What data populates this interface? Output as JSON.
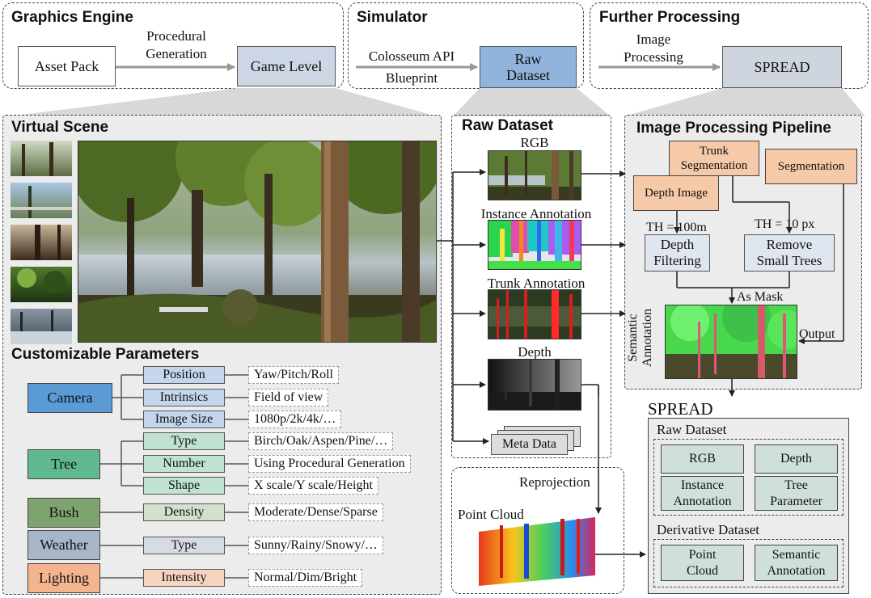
{
  "top": {
    "graphics_engine": {
      "title": "Graphics Engine",
      "asset_pack": "Asset Pack",
      "procedural_generation": "Procedural Generation",
      "game_level": "Game Level"
    },
    "simulator": {
      "title": "Simulator",
      "colosseum_api": "Colosseum API",
      "blueprint": "Blueprint",
      "raw_dataset": "Raw Dataset"
    },
    "further_processing": {
      "title": "Further Processing",
      "image_processing": "Image Processing",
      "spread": "SPREAD"
    }
  },
  "virtual_scene": {
    "title": "Virtual Scene",
    "customizable_parameters": {
      "title": "Customizable Parameters",
      "groups": [
        {
          "name": "Camera",
          "color": "#5b9bd5",
          "params": [
            {
              "label": "Position",
              "value": "Yaw/Pitch/Roll"
            },
            {
              "label": "Intrinsics",
              "value": "Field of view"
            },
            {
              "label": "Image Size",
              "value": "1080p/2k/4k/…"
            }
          ]
        },
        {
          "name": "Tree",
          "color": "#5fb88f",
          "params": [
            {
              "label": "Type",
              "value": "Birch/Oak/Aspen/Pine/…"
            },
            {
              "label": "Number",
              "value": "Using Procedural Generation"
            },
            {
              "label": "Shape",
              "value": "X scale/Y scale/Height"
            }
          ]
        },
        {
          "name": "Bush",
          "color": "#7fa36e",
          "params": [
            {
              "label": "Density",
              "value": "Moderate/Dense/Sparse"
            }
          ]
        },
        {
          "name": "Weather",
          "color": "#a9b6c8",
          "params": [
            {
              "label": "Type",
              "value": "Sunny/Rainy/Snowy/…"
            }
          ]
        },
        {
          "name": "Lighting",
          "color": "#f4b48e",
          "params": [
            {
              "label": "Intensity",
              "value": "Normal/Dim/Bright"
            }
          ]
        }
      ]
    }
  },
  "raw_dataset_panel": {
    "title": "Raw Dataset",
    "rgb": "RGB",
    "instance_annotation": "Instance Annotation",
    "trunk_annotation": "Trunk Annotation",
    "depth": "Depth",
    "meta_data": "Meta Data"
  },
  "pipeline": {
    "title": "Image Processing Pipeline",
    "trunk_segmentation": "Trunk Segmentation",
    "segmentation": "Segmentation",
    "depth_image": "Depth Image",
    "th_depth": "TH = 100m",
    "th_trees": "TH = 10 px",
    "depth_filtering": "Depth Filtering",
    "remove_small_trees": "Remove Small Trees",
    "as_mask": "As Mask",
    "semantic_annotation": "Semantic Annotation",
    "output": "Output"
  },
  "reprojection": "Reprojection",
  "point_cloud": "Point Cloud",
  "spread_panel": {
    "title": "SPREAD",
    "raw_dataset": {
      "title": "Raw Dataset",
      "items": [
        "RGB",
        "Depth",
        "Instance Annotation",
        "Tree Parameter"
      ]
    },
    "derivative_dataset": {
      "title": "Derivative Dataset",
      "items": [
        "Point Cloud",
        "Semantic Annotation"
      ]
    }
  }
}
